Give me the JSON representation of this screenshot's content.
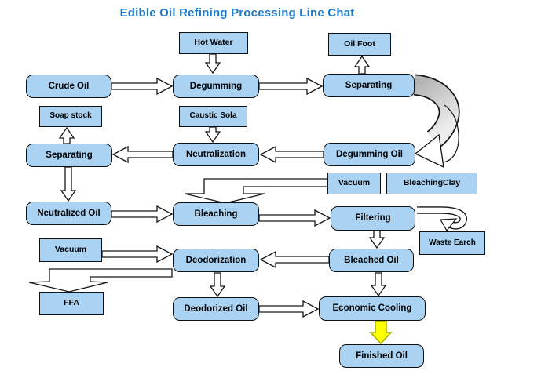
{
  "title": "Edible Oil Refining Processing Line Chat",
  "colors": {
    "title": "#1E7AC9",
    "node_fill": "#A9D2F3",
    "node_border": "#000000",
    "arrow_fill": "#FFFFFF",
    "arrow_outline": "#000000",
    "highlight_arrow": "#FFFF00",
    "curved_band": "#C0C0C0"
  },
  "nodes": {
    "hot_water": {
      "label": "Hot Water"
    },
    "oil_foot": {
      "label": "Oil Foot"
    },
    "crude_oil": {
      "label": "Crude Oil"
    },
    "degumming": {
      "label": "Degumming"
    },
    "separating_top": {
      "label": "Separating"
    },
    "soap_stock": {
      "label": "Soap stock"
    },
    "caustic_sola": {
      "label": "Caustic Sola"
    },
    "separating_left": {
      "label": "Separating"
    },
    "neutralization": {
      "label": "Neutralization"
    },
    "degumming_oil": {
      "label": "Degumming Oil"
    },
    "vacuum_top": {
      "label": "Vacuum"
    },
    "bleaching_clay": {
      "label": "BleachingClay"
    },
    "neutralized_oil": {
      "label": "Neutralized Oil"
    },
    "bleaching": {
      "label": "Bleaching"
    },
    "filtering": {
      "label": "Filtering"
    },
    "waste_earch": {
      "label": "Waste Earch"
    },
    "bleached_oil": {
      "label": "Bleached Oil"
    },
    "vacuum_bottom": {
      "label": "Vacuum"
    },
    "deodorization": {
      "label": "Deodorization"
    },
    "ffa": {
      "label": "FFA"
    },
    "deodorized_oil": {
      "label": "Deodorized Oil"
    },
    "economic_cooling": {
      "label": "Economic Cooling"
    },
    "finished_oil": {
      "label": "Finished Oil"
    }
  },
  "edges": [
    {
      "from": "Hot Water",
      "to": "Degumming"
    },
    {
      "from": "Crude Oil",
      "to": "Degumming"
    },
    {
      "from": "Degumming",
      "to": "Separating"
    },
    {
      "from": "Separating",
      "to": "Oil Foot"
    },
    {
      "from": "Separating",
      "to": "Degumming Oil",
      "style": "curved-band"
    },
    {
      "from": "Caustic Sola",
      "to": "Neutralization"
    },
    {
      "from": "Degumming Oil",
      "to": "Neutralization"
    },
    {
      "from": "Neutralization",
      "to": "Separating"
    },
    {
      "from": "Separating",
      "to": "Soap stock"
    },
    {
      "from": "Separating",
      "to": "Neutralized Oil"
    },
    {
      "from": "Vacuum",
      "to": "Bleaching",
      "style": "bent-arrow"
    },
    {
      "from": "BleachingClay",
      "to": "Bleaching",
      "style": "bent-arrow"
    },
    {
      "from": "Neutralized Oil",
      "to": "Bleaching"
    },
    {
      "from": "Bleaching",
      "to": "Filtering"
    },
    {
      "from": "Filtering",
      "to": "Waste Earch",
      "style": "hook-arrow"
    },
    {
      "from": "Filtering",
      "to": "Bleached Oil"
    },
    {
      "from": "Bleached Oil",
      "to": "Deodorization"
    },
    {
      "from": "Vacuum",
      "to": "Deodorization"
    },
    {
      "from": "Deodorization",
      "to": "FFA",
      "style": "bent-arrow"
    },
    {
      "from": "Deodorization",
      "to": "Deodorized Oil"
    },
    {
      "from": "Deodorized Oil",
      "to": "Economic Cooling"
    },
    {
      "from": "Bleached Oil",
      "to": "Economic Cooling"
    },
    {
      "from": "Economic Cooling",
      "to": "Finished Oil",
      "style": "yellow-highlight"
    }
  ]
}
